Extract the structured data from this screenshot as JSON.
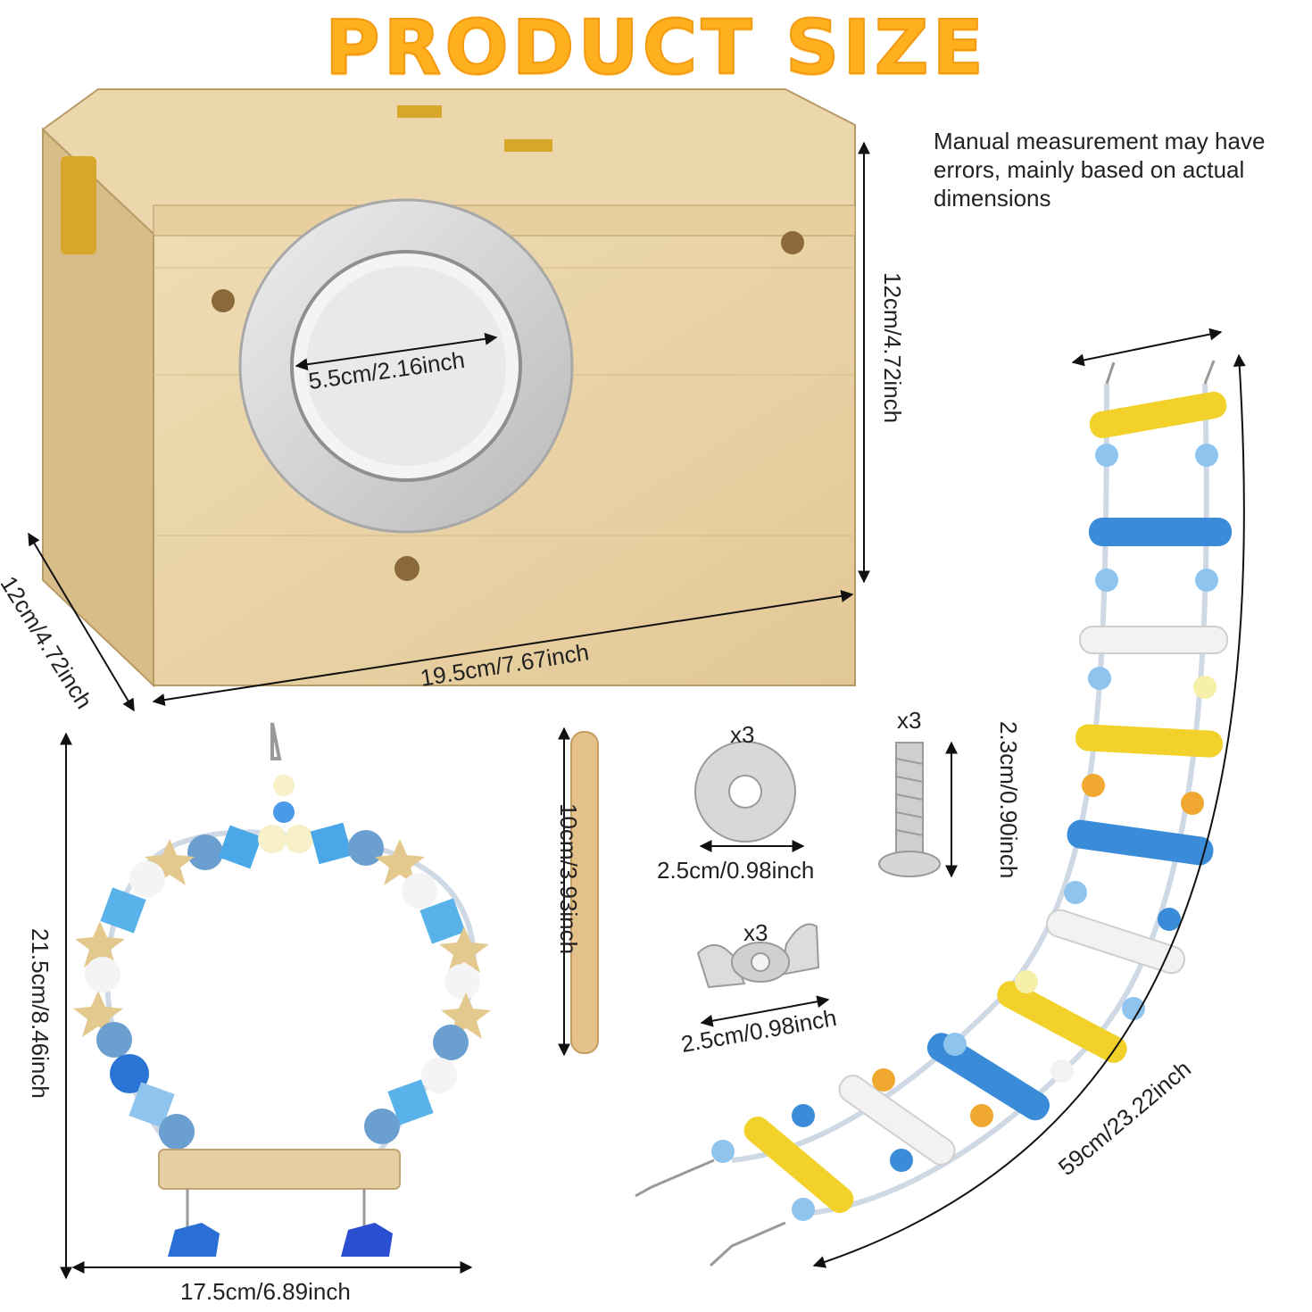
{
  "title": "PRODUCT SIZE",
  "note": "Manual measurement may have errors, mainly based on actual dimensions",
  "dimensions": {
    "box_height": "12cm/4.72inch",
    "box_depth": "12cm/4.72inch",
    "box_width": "19.5cm/7.67inch",
    "hole_diameter": "5.5cm/2.16inch",
    "swing_height": "21.5cm/8.46inch",
    "swing_width": "17.5cm/6.89inch",
    "perch_length": "10cm/3.93inch",
    "washer_diameter": "2.5cm/0.98inch",
    "screw_length": "2.3cm/0.90inch",
    "wingnut_width": "2.5cm/0.98inch",
    "ladder_length": "59cm/23.22inch"
  },
  "quantities": {
    "washer": "x3",
    "screw": "x3",
    "wingnut": "x3"
  },
  "colors": {
    "title": "#ffb01f",
    "wood": "#e8d2a6",
    "yellow": "#f2d12a",
    "blue": "#3a8bd8",
    "white": "#f2f2f2"
  }
}
